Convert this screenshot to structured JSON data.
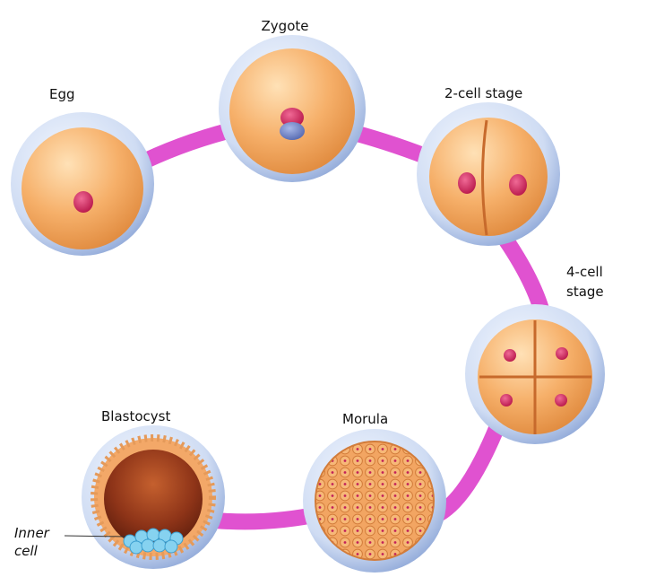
{
  "stages": {
    "egg": "Egg",
    "zygote": "Zygote",
    "two_cell": "2-cell stage",
    "four_cell_line1": "4-cell",
    "four_cell_line2": "stage",
    "morula": "Morula",
    "blastocyst": "Blastocyst"
  },
  "annotations": {
    "inner_cell_line1": "Inner",
    "inner_cell_line2": "cell"
  },
  "colors": {
    "path": "#e052d0",
    "shell": "#c9d9f2",
    "shell_edge": "#8aa4d6",
    "cell": "#f2a55c",
    "cell_light": "#ffd5a0",
    "nucleus": "#d4245c",
    "male_pronucleus": "#6f86c9",
    "cavity": "#7a2a18",
    "inner_mass": "#7fd0ee"
  }
}
